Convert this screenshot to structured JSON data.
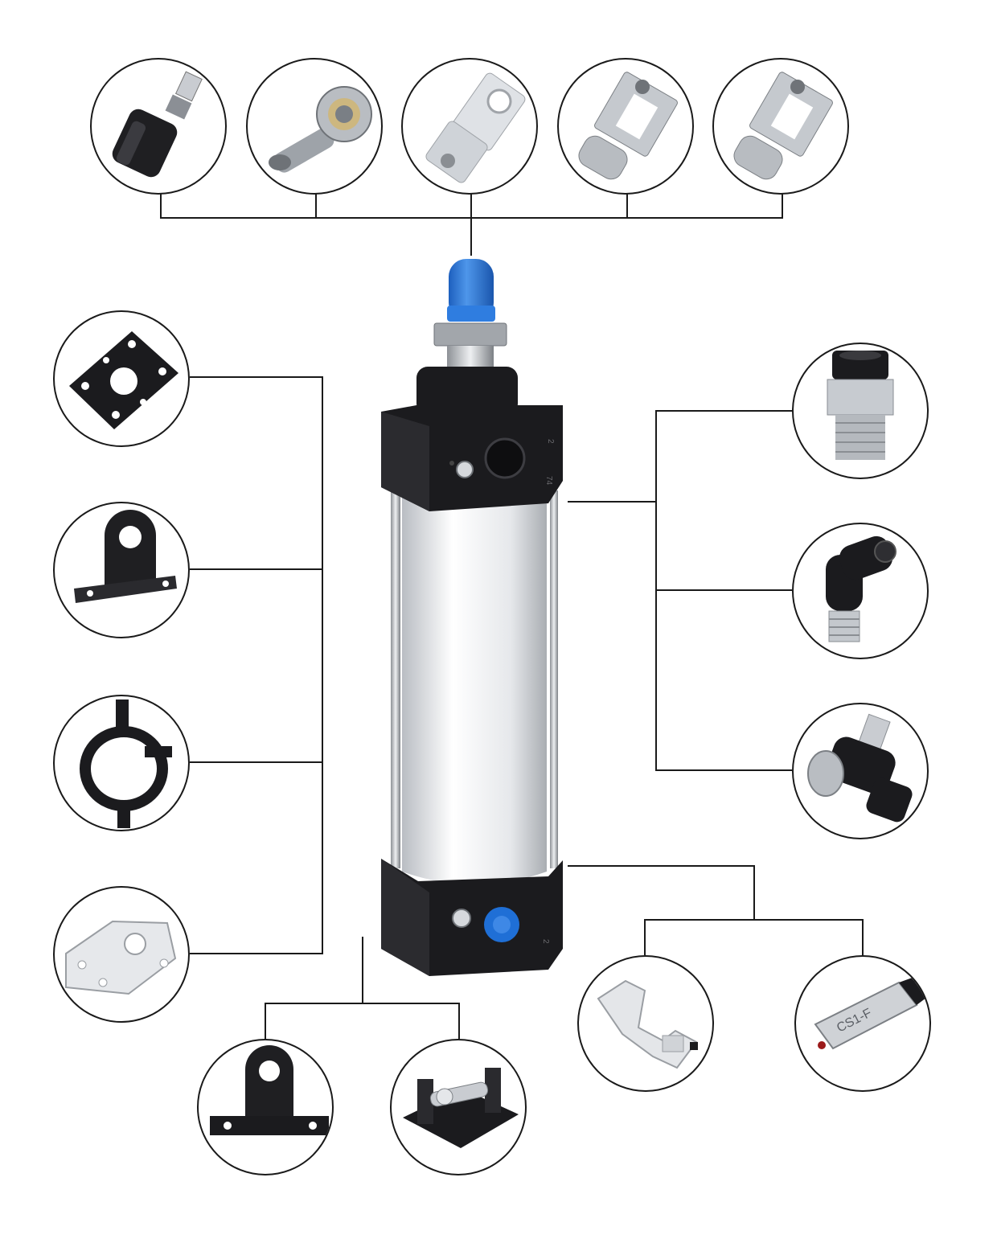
{
  "accessory_groups": [
    {
      "group": "rod-end",
      "items": [
        "rod-end-universal-joint",
        "rod-end-ball-joint",
        "rod-end-single-clevis-i-joint",
        "rod-end-y-joint-clevis",
        "rod-end-y-joint-clevis-floating"
      ]
    },
    {
      "group": "front-mount",
      "items": [
        "flange-mounting-plate",
        "single-ear-bracket",
        "trunnion-ring-bracket",
        "foot-mounting-bracket"
      ]
    },
    {
      "group": "rear-mount",
      "items": [
        "single-clevis-rear-bracket",
        "double-clevis-rear-bracket"
      ]
    },
    {
      "group": "fittings",
      "items": [
        "straight-push-fitting",
        "elbow-push-fitting",
        "speed-control-valve"
      ]
    },
    {
      "group": "sensor",
      "items": [
        "sensor-mounting-clamp",
        "magnetic-reed-switch"
      ]
    }
  ],
  "cylinder": {
    "rod_cap_color": "#2f7de0",
    "body_color": "#e9ebee",
    "end_cap_color": "#1b1b1e",
    "port_plug_color": "#1f6fd6"
  },
  "sensor_label": "CS1-F",
  "cap_markings": {
    "top_side_1": "2",
    "top_side_2": "74",
    "bottom_side": "2"
  }
}
